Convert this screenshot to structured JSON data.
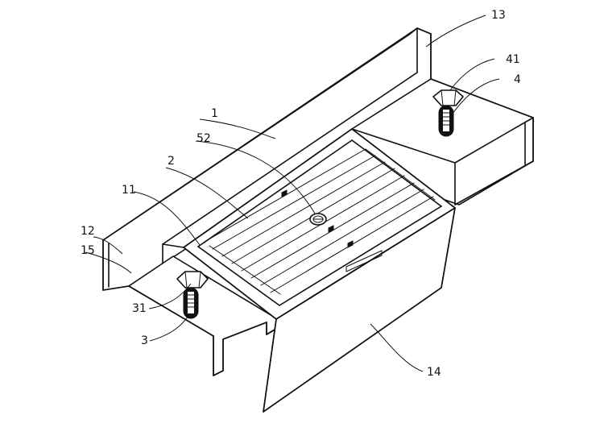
{
  "labels": {
    "l1": "1",
    "l2": "2",
    "l3": "3",
    "l4": "4",
    "l11": "11",
    "l12": "12",
    "l13": "13",
    "l14": "14",
    "l15": "15",
    "l31": "31",
    "l41": "41",
    "l52": "52"
  },
  "colors": {
    "line": "#111111",
    "background": "#ffffff"
  }
}
